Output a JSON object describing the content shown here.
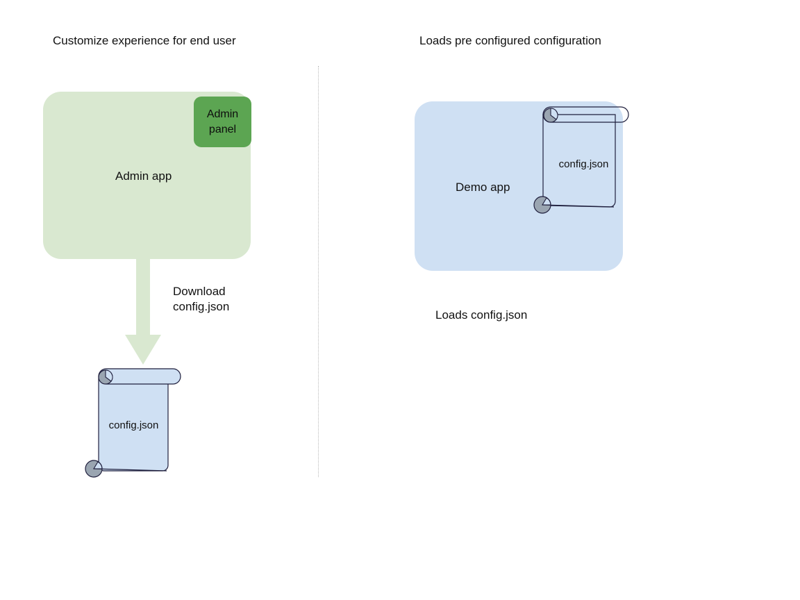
{
  "diagram": {
    "title_left": "Customize experience for end user",
    "title_right": "Loads pre configured configuration",
    "divider": "vertical-dotted-divider"
  },
  "left_flow": {
    "app_label": "Admin app",
    "panel": {
      "line1": "Admin",
      "line2": "panel"
    },
    "arrow": {
      "label_line1": "Download",
      "label_line2": "config.json"
    },
    "document": {
      "name": "config.json"
    }
  },
  "right_flow": {
    "app_label": "Demo app",
    "document": {
      "name": "config.json"
    },
    "caption": "Loads config.json"
  },
  "colors": {
    "admin_app_fill": "#d9e8d0",
    "admin_panel_fill": "#5ca552",
    "demo_app_fill": "#cfe0f3",
    "arrow_fill": "#d9e8d0",
    "document_fill": "#cfe0f3",
    "document_stroke": "#1f1f3d",
    "curl_fill": "#9aa5b1",
    "divider_stroke": "#b9b9b9",
    "text": "#111111",
    "background": "#ffffff"
  }
}
